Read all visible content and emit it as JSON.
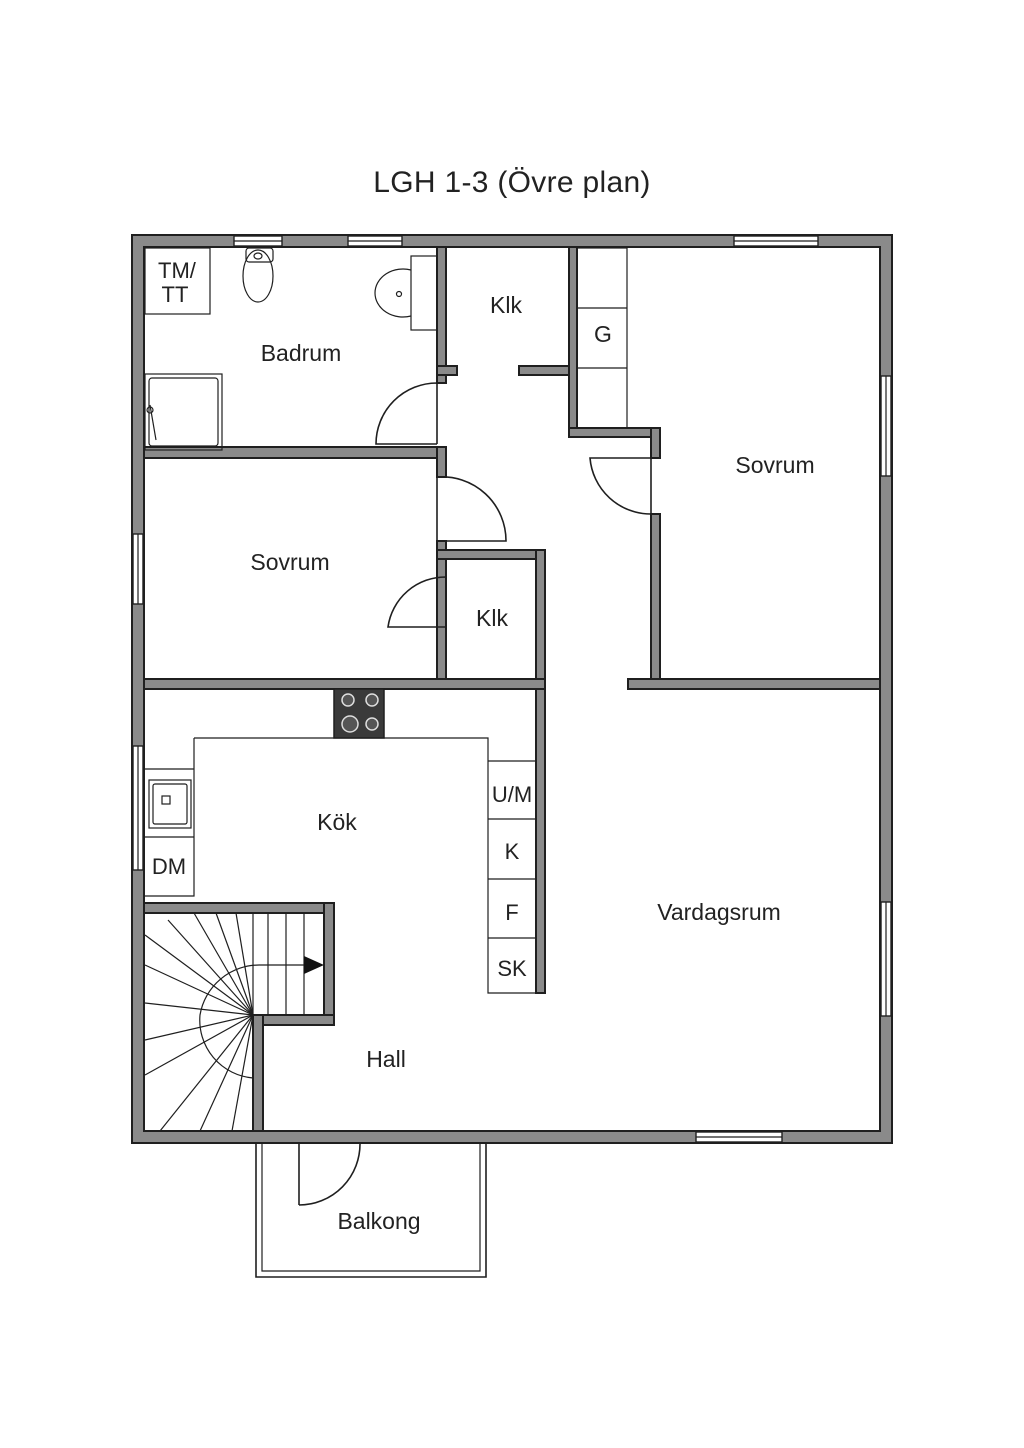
{
  "title": "LGH 1-3 (Övre plan)",
  "rooms": {
    "badrum": "Badrum",
    "tmtt_line1": "TM/",
    "tmtt_line2": "TT",
    "klk_top": "Klk",
    "g": "G",
    "sovrum_right": "Sovrum",
    "sovrum_left": "Sovrum",
    "klk_mid": "Klk",
    "kok": "Kök",
    "um": "U/M",
    "k": "K",
    "f": "F",
    "sk": "SK",
    "dm": "DM",
    "vardagsrum": "Vardagsrum",
    "hall": "Hall",
    "balkong": "Balkong"
  },
  "colors": {
    "wall_fill": "#8a8a8a",
    "line": "#1f1f1f"
  }
}
